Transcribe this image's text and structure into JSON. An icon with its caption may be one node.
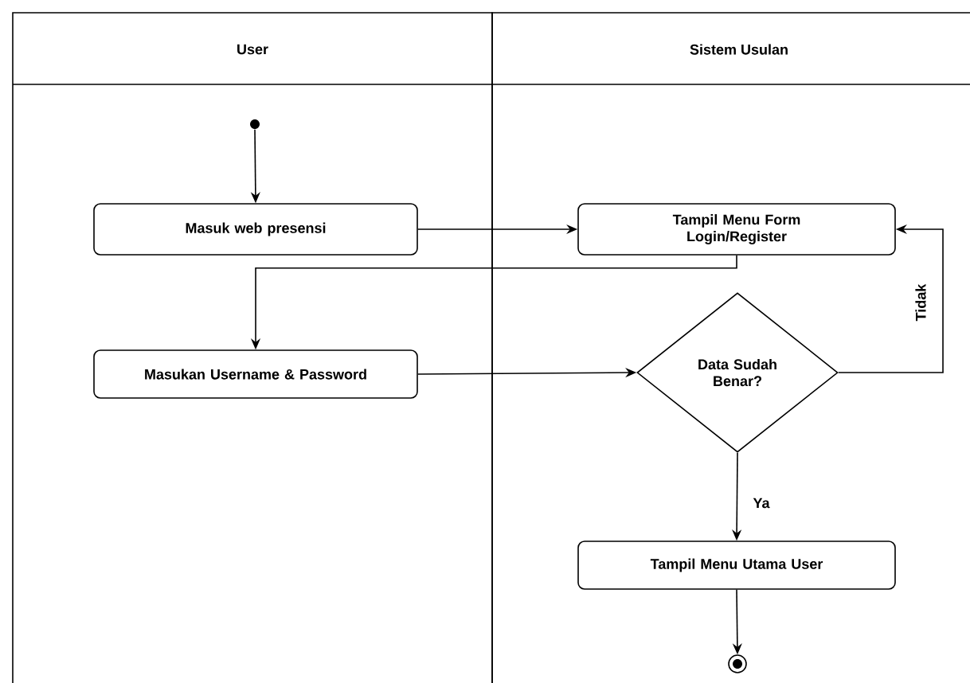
{
  "diagram": {
    "nodes": [
      {
        "text": [
          "User"
        ]
      },
      {
        "text": [
          "Sistem Usulan"
        ]
      },
      {
        "text": [],
        "shape": "circle",
        "in": 0
      },
      {
        "text": [
          "Masuk web presensi"
        ],
        "in": 0
      },
      {
        "text": [
          "Tampil Menu Form Login/Register"
        ],
        "in": 1
      },
      {
        "text": [
          "Masukan Username & Password"
        ],
        "in": 0
      },
      {
        "text": [
          "Data Sudah Benar?"
        ],
        "in": 1
      },
      {
        "text": [
          "Tampil Menu Utama User"
        ],
        "in": 1
      },
      {
        "text": [],
        "shape": "circle",
        "in": 1
      }
    ],
    "edges": [
      {
        "from": 2,
        "to": 3,
        "arrow": "to"
      },
      {
        "from": 3,
        "to": 4,
        "arrow": "to"
      },
      {
        "from": 4,
        "to": 5,
        "arrow": "to"
      },
      {
        "from": 5,
        "to": 6,
        "arrow": "to"
      },
      {
        "from": 6,
        "to": 4,
        "arrow": "to",
        "label": "Tidak"
      },
      {
        "from": 6,
        "to": 7,
        "arrow": "to",
        "label": "Ya"
      },
      {
        "from": 7,
        "to": 8,
        "arrow": "to"
      }
    ]
  }
}
